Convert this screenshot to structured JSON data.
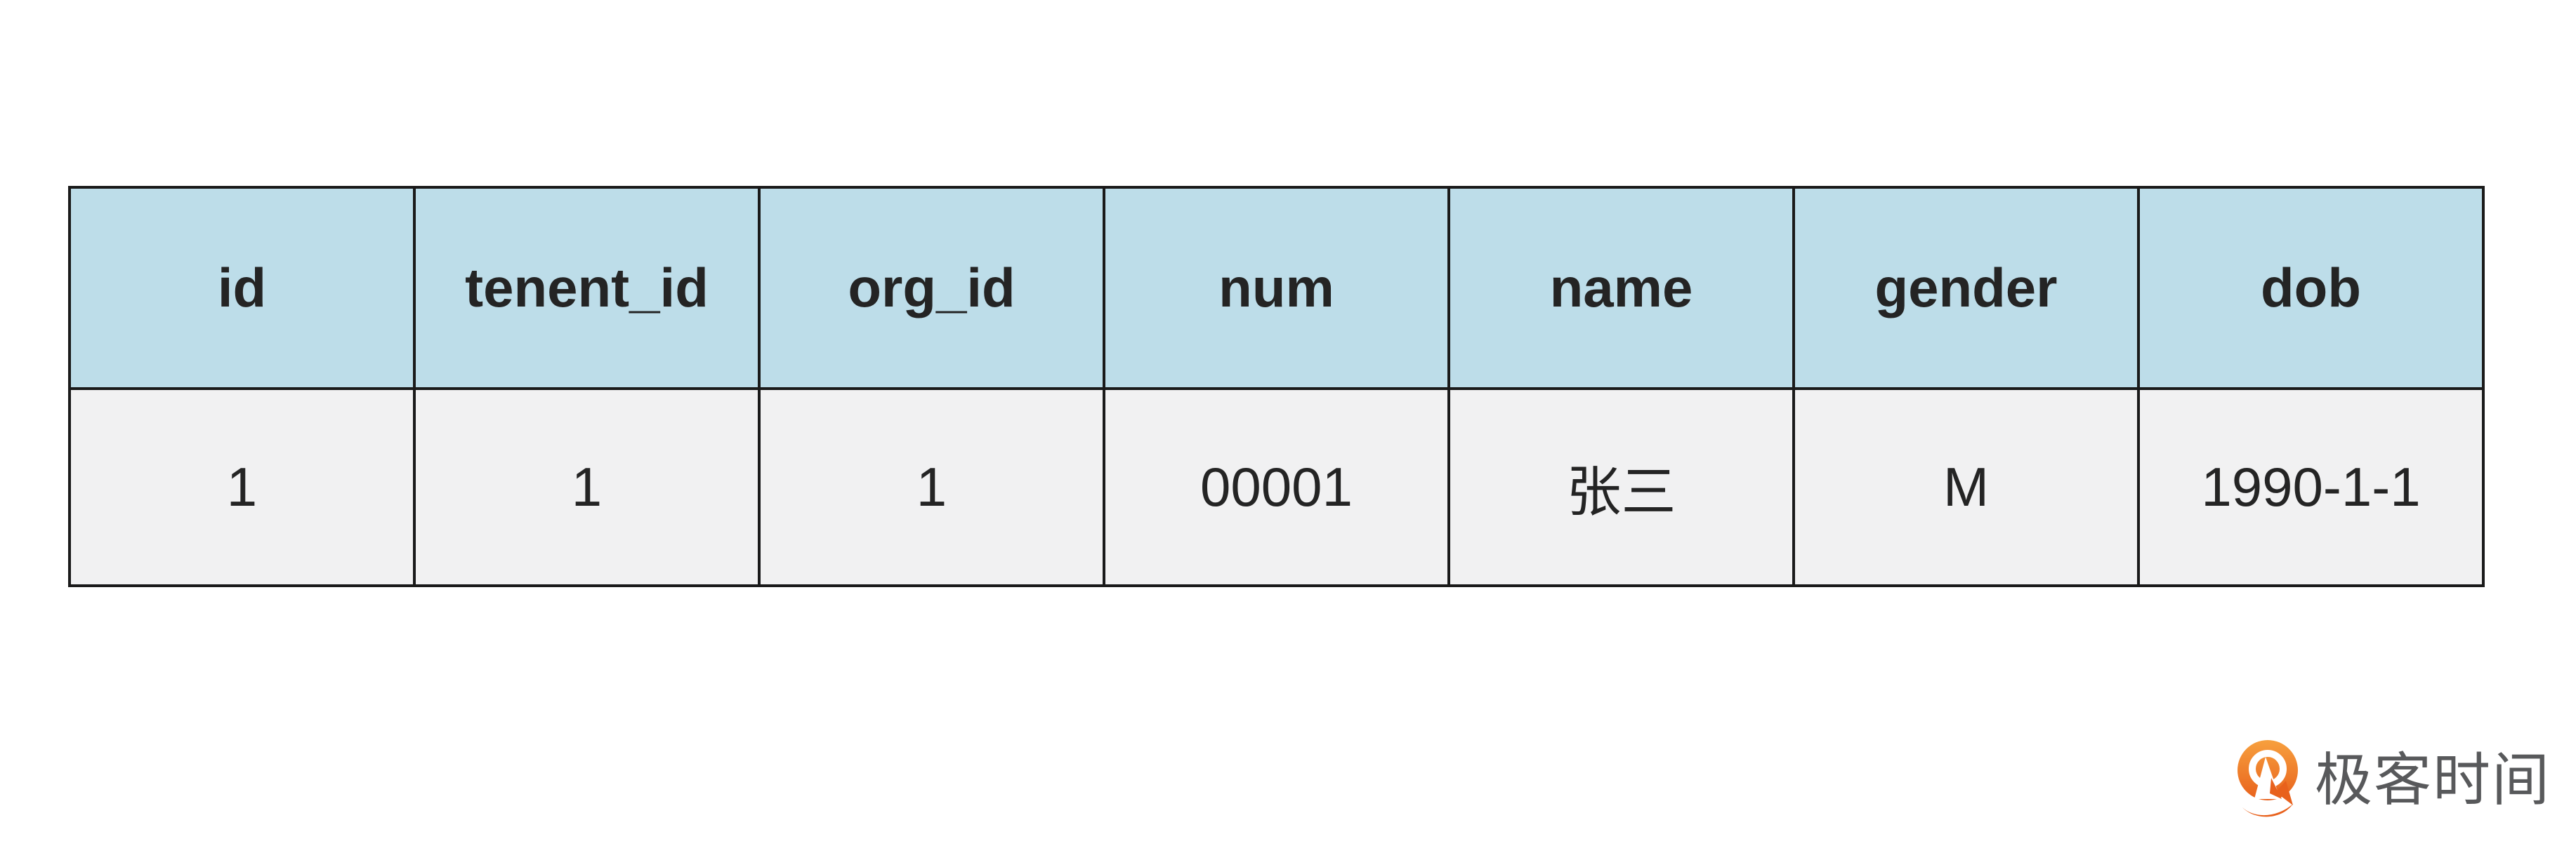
{
  "table": {
    "columns": [
      "id",
      "tenent_id",
      "org_id",
      "num",
      "name",
      "gender",
      "dob"
    ],
    "rows": [
      [
        "1",
        "1",
        "1",
        "00001",
        "张三",
        "M",
        "1990-1-1"
      ]
    ]
  },
  "logo": {
    "text": "极客时间",
    "icon": "geektime-pin-icon"
  },
  "colors": {
    "page_bg": "#FFFFFF",
    "header_bg": "#BDDDE9",
    "row_bg": "#F1F1F2",
    "border": "#1A1A1A",
    "cell_text": "#242424",
    "logo_text": "#58595B",
    "logo_orange_1": "#F7A03E",
    "logo_orange_2": "#E8611C"
  }
}
